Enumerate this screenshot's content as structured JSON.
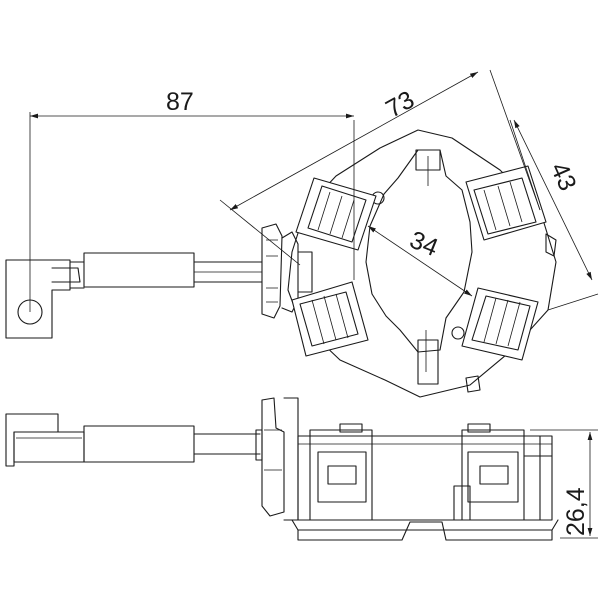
{
  "dimensions": {
    "d87": "87",
    "d73": "73",
    "d43": "43",
    "d34": "34",
    "d26": "26,4"
  }
}
